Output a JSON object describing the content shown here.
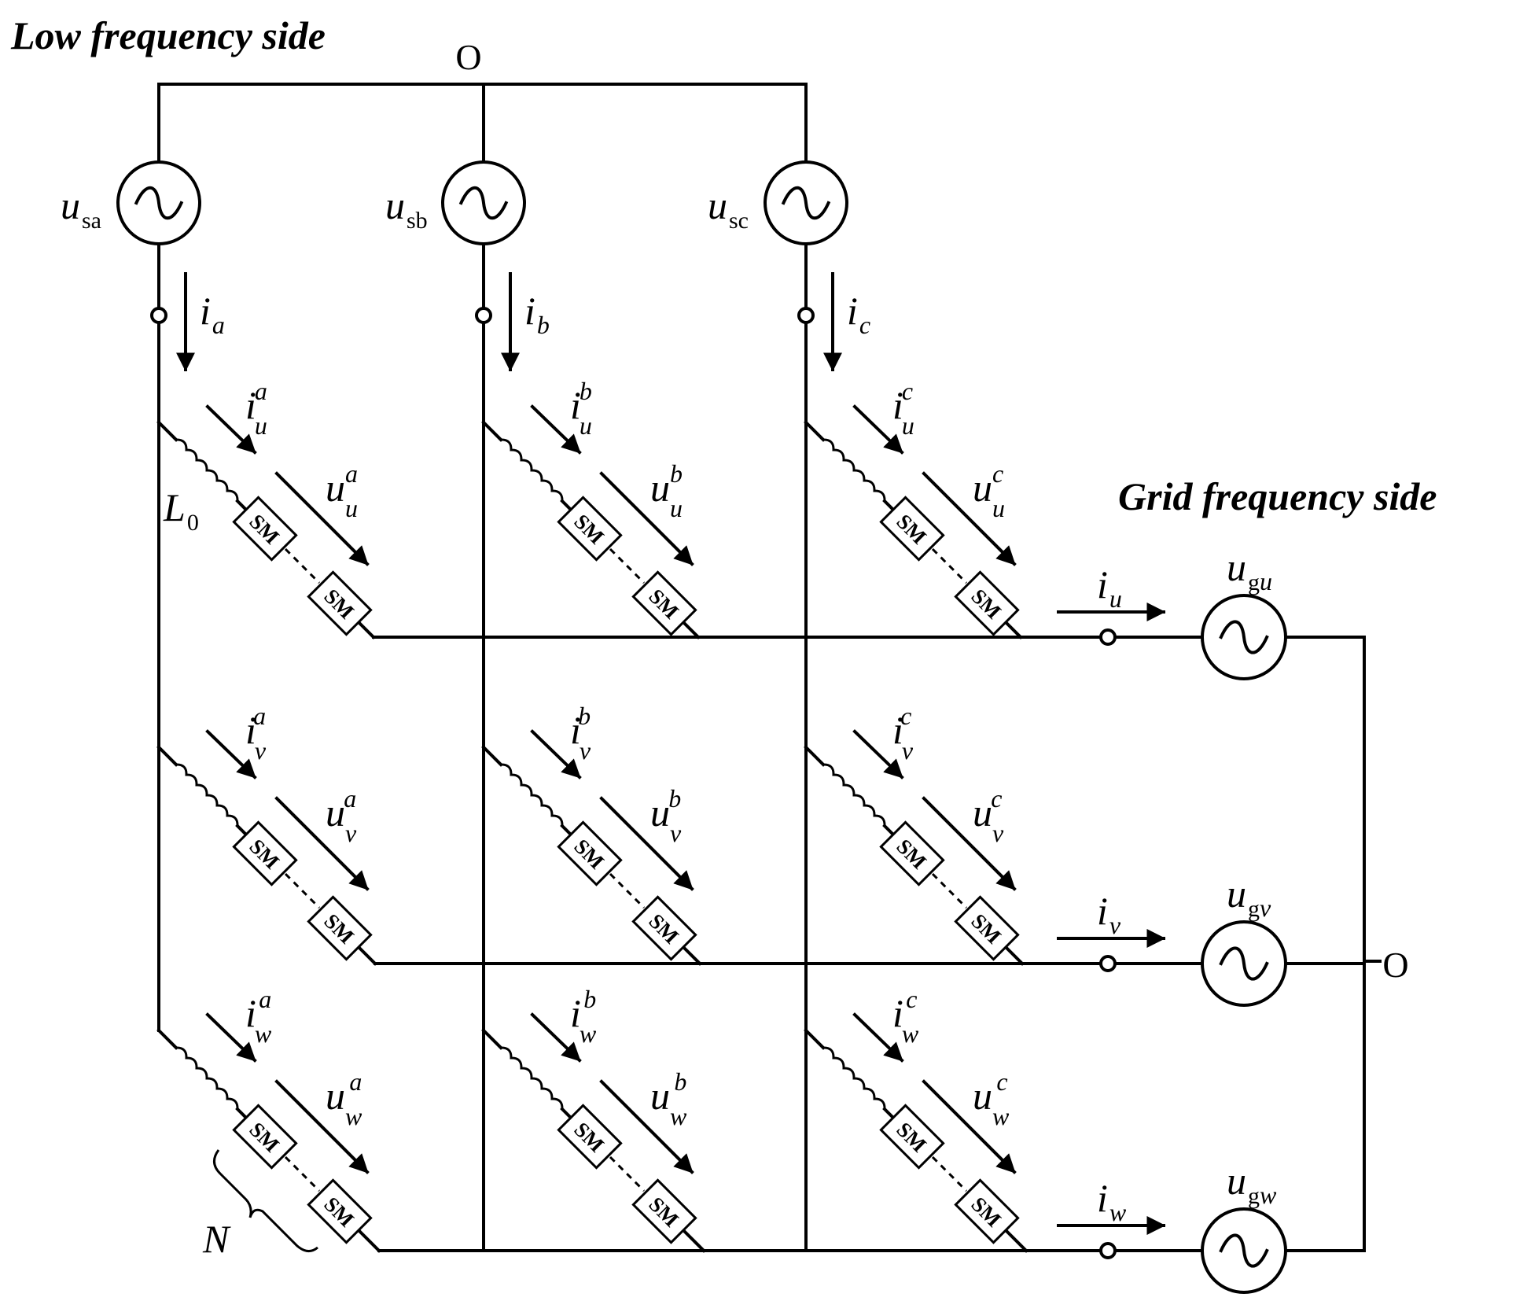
{
  "headers": {
    "low": "Low frequency side",
    "grid": "Grid frequency side"
  },
  "neutral_label": "O",
  "inductor_label": {
    "main": "L",
    "sub": "0"
  },
  "n_label": "N",
  "sm_label": "SM",
  "input_sources": [
    {
      "main": "u",
      "sub": "sa",
      "sub_italic_tail": ""
    },
    {
      "main": "u",
      "sub": "sb",
      "sub_italic_tail": ""
    },
    {
      "main": "u",
      "sub": "sc",
      "sub_italic_tail": ""
    }
  ],
  "input_currents": [
    {
      "main": "i",
      "sub": "a"
    },
    {
      "main": "i",
      "sub": "b"
    },
    {
      "main": "i",
      "sub": "c"
    }
  ],
  "grid_sources": [
    {
      "main": "u",
      "sub": "gu"
    },
    {
      "main": "u",
      "sub": "gv"
    },
    {
      "main": "u",
      "sub": "gw"
    }
  ],
  "grid_currents": [
    {
      "main": "i",
      "sub": "u"
    },
    {
      "main": "i",
      "sub": "v"
    },
    {
      "main": "i",
      "sub": "w"
    }
  ],
  "branch_symbols": {
    "current": "i",
    "voltage": "u"
  },
  "input_phases": [
    "a",
    "b",
    "c"
  ],
  "output_phases": [
    "u",
    "v",
    "w"
  ]
}
